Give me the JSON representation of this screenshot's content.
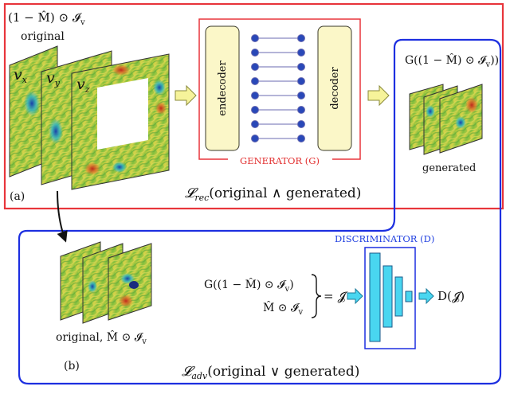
{
  "colors": {
    "red_box": "#e8353b",
    "blue_outline": "#1d2fe0",
    "yellow_block": "#fbf7c8",
    "yellow_arrow": "#f6f39a",
    "cyan": "#49d6f0",
    "node_blue": "#2948b8"
  },
  "labels": {
    "input_formula": "(1 − M̂) ⊙ 𝓘",
    "input_formula_sub": "v",
    "original": "original",
    "vx": "v",
    "vx_sub": "x",
    "vy": "v",
    "vy_sub": "y",
    "vz": "v",
    "vz_sub": "z",
    "encoder": "endecoder",
    "decoder": "decoder",
    "generator": "GENERATOR (G)",
    "output_formula": "G((1 − M̂) ⊙ 𝓘",
    "output_formula_sub": "v",
    "output_formula_end": "))",
    "generated": "generated",
    "panel_a": "(a)",
    "panel_b": "(b)",
    "loss_rec_symbol": "𝓛",
    "loss_rec_sub": "rec",
    "loss_rec_text": "(original ∧ generated)",
    "discriminator": "DISCRIMINATOR (D)",
    "disc_input_1": "G((1 − M̂) ⊙ 𝓘",
    "disc_input_1_sub": "v",
    "disc_input_1_end": ")",
    "disc_input_2": "M̂ ⊙ 𝓘",
    "disc_input_2_sub": "v",
    "equals_j": "= 𝓙",
    "d_output": "D(𝓙)",
    "original_masked": "original, M̂ ⊙ 𝓘",
    "original_masked_sub": "v",
    "loss_adv_symbol": "𝓛",
    "loss_adv_sub": "adv",
    "loss_adv_text": "(original ∨ generated)"
  }
}
